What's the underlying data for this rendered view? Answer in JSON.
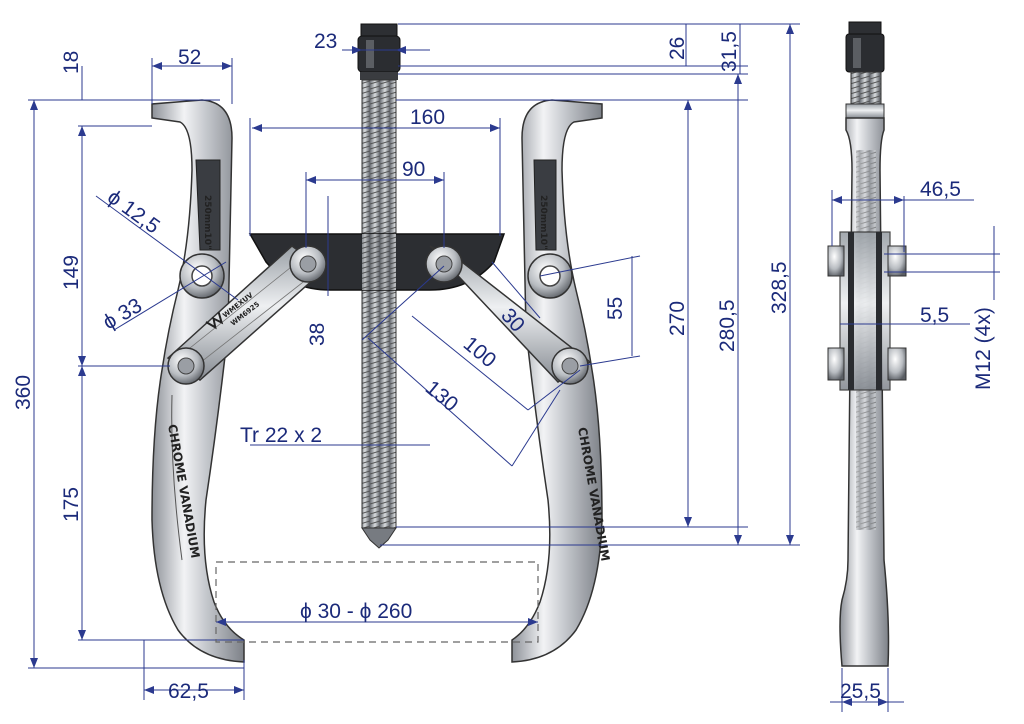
{
  "dimensions": {
    "d23": "23",
    "d26": "26",
    "d31_5": "31,5",
    "d18": "18",
    "d52": "52",
    "d160": "160",
    "d90": "90",
    "d_phi12_5": "ϕ 12,5",
    "d_phi33": "ϕ 33",
    "d149": "149",
    "d360": "360",
    "d175": "175",
    "d38": "38",
    "d30": "30",
    "d55": "55",
    "d100": "100",
    "d130": "130",
    "d270": "270",
    "d280_5": "280,5",
    "d328_5": "328,5",
    "d46_5": "46,5",
    "d5_5": "5,5",
    "dM12": "M12  (4x)",
    "dTr": "Tr 22 x 2",
    "dRange": "ϕ 30 - ϕ 260",
    "d62_5": "62,5",
    "d25_5": "25,5"
  },
  "engraving": {
    "left_size": "250mm10\"",
    "right_size": "250mm10\"",
    "material_left": "CHROME VANADIUM",
    "material_right": "CHROME VANADIUM",
    "brand": "WMEXUV",
    "code": "WM6925"
  },
  "colors": {
    "dimension": "#1b2a7a",
    "metal": "#c8cbd0",
    "dark": "#2a2a2a"
  }
}
